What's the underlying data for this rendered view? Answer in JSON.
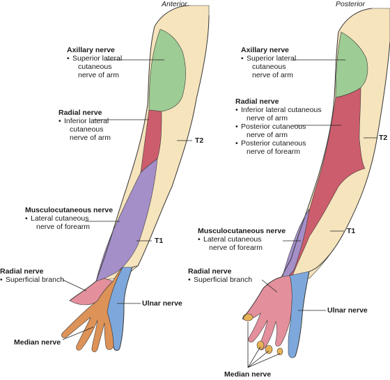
{
  "colors": {
    "skin": "#f6e4bd",
    "axillary": "#9dcc94",
    "radial": "#cc5d6c",
    "musculocutaneous": "#a48fc8",
    "ulnar": "#7ea8dc",
    "median": "#dd9257",
    "radial_superficial": "#e3909c",
    "nail": "#e8b357",
    "outline": "#3a3a3a"
  },
  "anterior": {
    "view_label": "Anterior",
    "axillary": {
      "title": "Axillary nerve",
      "lines": [
        "Superior lateral",
        "cutaneous",
        "nerve of arm"
      ]
    },
    "radial_upper": {
      "title": "Radial nerve",
      "lines": [
        "Inferior lateral",
        "cutaneous",
        "nerve of arm"
      ]
    },
    "t2": "T2",
    "musculocutaneous": {
      "title": "Musculocutaneous nerve",
      "lines": [
        "Lateral cutaneous",
        "nerve of forearm"
      ]
    },
    "t1": "T1",
    "radial_superficial": {
      "title": "Radial nerve",
      "lines": [
        "Superficial branch"
      ]
    },
    "ulnar": "Ulnar nerve",
    "median": "Median nerve"
  },
  "posterior": {
    "view_label": "Posterior",
    "axillary": {
      "title": "Axillary nerve",
      "lines": [
        "Superior lateral",
        "cutaneous",
        "nerve of arm"
      ]
    },
    "radial": {
      "title": "Radial nerve",
      "items": [
        {
          "first": "Inferior lateral cutaneous",
          "rest": "nerve of arm"
        },
        {
          "first": "Posterior cutaneous",
          "rest": "nerve of arm"
        },
        {
          "first": "Posterior cutaneous",
          "rest": "nerve of forearm"
        }
      ]
    },
    "t2": "T2",
    "musculocutaneous": {
      "title": "Musculocutaneous nerve",
      "lines": [
        "Lateral cutaneous",
        "nerve of forearm"
      ]
    },
    "t1": "T1",
    "radial_superficial": {
      "title": "Radial nerve",
      "lines": [
        "Superficial branch"
      ]
    },
    "ulnar": "Ulnar nerve",
    "median": "Median nerve"
  }
}
